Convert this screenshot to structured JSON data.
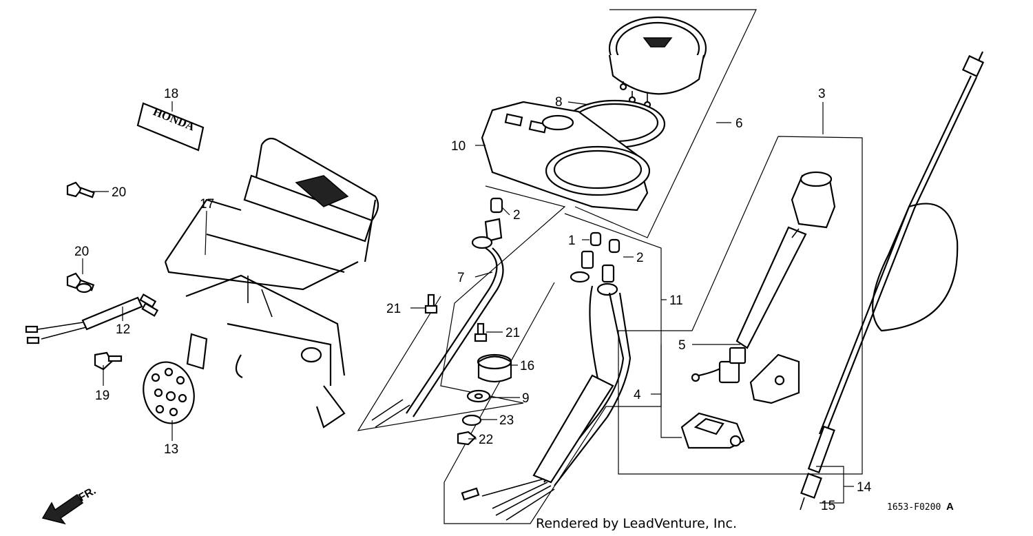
{
  "diagram": {
    "watermark": "Rendered by LeadVenture, Inc.",
    "diagram_code": "1653-F0200",
    "diagram_suffix": "A",
    "direction_label": "FR.",
    "emblem_text": "HONDA",
    "callouts": [
      {
        "id": "c1",
        "number": "1"
      },
      {
        "id": "c2a",
        "number": "2"
      },
      {
        "id": "c2b",
        "number": "2"
      },
      {
        "id": "c3",
        "number": "3"
      },
      {
        "id": "c4",
        "number": "4"
      },
      {
        "id": "c5",
        "number": "5"
      },
      {
        "id": "c6",
        "number": "6"
      },
      {
        "id": "c7",
        "number": "7"
      },
      {
        "id": "c8",
        "number": "8"
      },
      {
        "id": "c9",
        "number": "9"
      },
      {
        "id": "c10",
        "number": "10"
      },
      {
        "id": "c11",
        "number": "11"
      },
      {
        "id": "c12",
        "number": "12"
      },
      {
        "id": "c13",
        "number": "13"
      },
      {
        "id": "c14",
        "number": "14"
      },
      {
        "id": "c15",
        "number": "15"
      },
      {
        "id": "c16",
        "number": "16"
      },
      {
        "id": "c17",
        "number": "17"
      },
      {
        "id": "c18",
        "number": "18"
      },
      {
        "id": "c19",
        "number": "19"
      },
      {
        "id": "c20a",
        "number": "20"
      },
      {
        "id": "c20b",
        "number": "20"
      },
      {
        "id": "c21a",
        "number": "21"
      },
      {
        "id": "c21b",
        "number": "21"
      },
      {
        "id": "c22",
        "number": "22"
      },
      {
        "id": "c23",
        "number": "23"
      }
    ]
  }
}
